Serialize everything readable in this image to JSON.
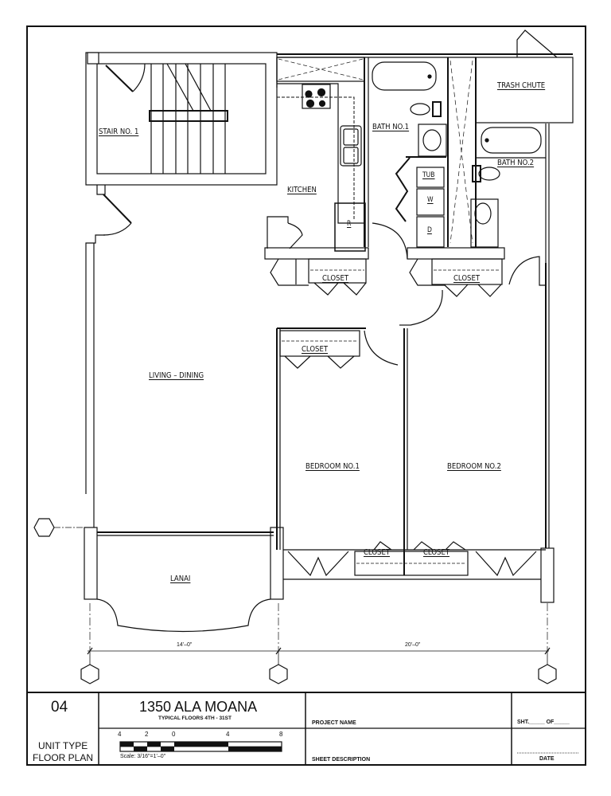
{
  "rooms": {
    "stair": "STAIR NO. 1",
    "kitchen": "KITCHEN",
    "bath1": "BATH NO.1",
    "bath2": "BATH NO.2",
    "trash": "TRASH CHUTE",
    "living": "LIVING – DINING",
    "bedroom1": "BEDROOM NO.1",
    "bedroom2": "BEDROOM NO.2",
    "lanai": "LANAI",
    "closet_k": "CLOSET",
    "closet_b2": "CLOSET",
    "closet_b1": "CLOSET",
    "closet_bot1": "CLOSET",
    "closet_bot2": "CLOSET"
  },
  "appliances": {
    "tub": "TUB",
    "washer": "W",
    "dryer": "D",
    "refrigerator": "R"
  },
  "dimensions": {
    "left": "14'–0\"",
    "right": "20'–0\""
  },
  "title_block": {
    "unit_number": "04",
    "unit_type_line1": "UNIT TYPE",
    "unit_type_line2": "FLOOR PLAN",
    "building": "1350 ALA MOANA",
    "floors": "TYPICAL FLOORS 4TH - 31ST",
    "scale_ticks": [
      "4",
      "2",
      "0",
      "4",
      "8"
    ],
    "scale_text": "Scale:  3/16\"=1'–0\"",
    "project_name": "PROJECT NAME",
    "sheet_description": "SHEET DESCRIPTION",
    "sheet_of": "SHT._____ OF_____",
    "date": "DATE"
  }
}
